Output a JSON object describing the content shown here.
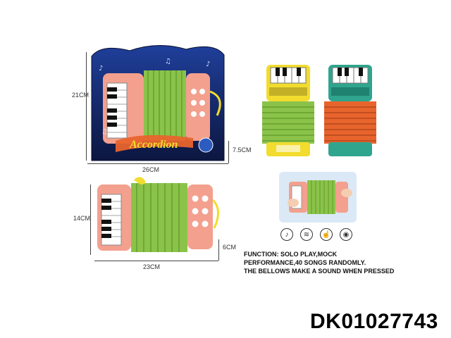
{
  "package": {
    "title_art": "Accordion",
    "dims": {
      "height": "21CM",
      "width": "26CM",
      "depth": "7.5CM"
    }
  },
  "product": {
    "dims": {
      "height": "14CM",
      "width": "23CM",
      "depth": "6CM"
    }
  },
  "feature_icons": [
    "music-note-icon",
    "sound-wave-icon",
    "touch-icon",
    "record-icon"
  ],
  "function_text": {
    "line1": "FUNCTION: SOLO PLAY,MOCK",
    "line2": "PERFORMANCE,40 SONGS RANDOMLY.",
    "line3": "THE BELLOWS MAKE A SOUND WHEN PRESSED"
  },
  "item_code": "DK01027743",
  "colors": {
    "pink": "#f3a08e",
    "green": "#8bc34a",
    "yellow": "#f2dc2e",
    "teal": "#2fa58e",
    "orange": "#e8642d",
    "navy": "#1c2a6b"
  }
}
